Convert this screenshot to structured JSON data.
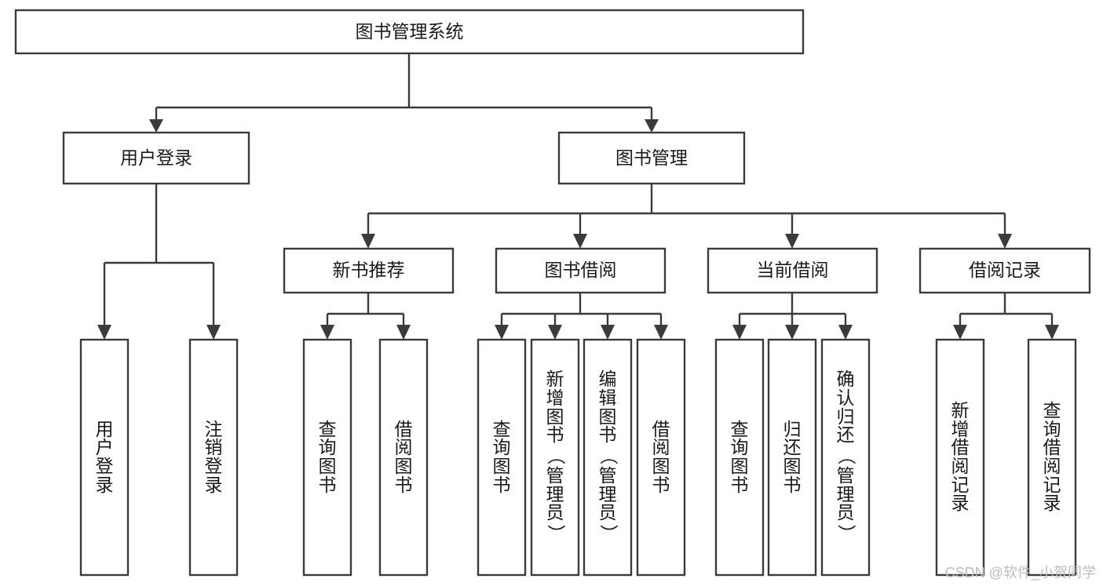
{
  "diagram": {
    "type": "tree",
    "title": "图书管理系统",
    "watermark": "CSDN @软件_小贺同学",
    "colors": {
      "stroke": "#3b3b3b",
      "box_fill": "#ffffff",
      "text": "#1a1a1a",
      "watermark": "#bdbdbd",
      "background": "#ffffff"
    },
    "nodes": {
      "root": {
        "label": "图书管理系统"
      },
      "level2": [
        {
          "label": "用户登录"
        },
        {
          "label": "图书管理"
        }
      ],
      "level3": [
        {
          "label": "新书推荐"
        },
        {
          "label": "图书借阅"
        },
        {
          "label": "当前借阅"
        },
        {
          "label": "借阅记录"
        }
      ],
      "leaves_user_login": [
        {
          "label": "用户登录"
        },
        {
          "label": "注销登录"
        }
      ],
      "leaves_new_book": [
        {
          "label": "查询图书"
        },
        {
          "label": "借阅图书"
        }
      ],
      "leaves_book_borrow": [
        {
          "label": "查询图书"
        },
        {
          "label": "新增图书（管理员）"
        },
        {
          "label": "编辑图书（管理员）"
        },
        {
          "label": "借阅图书"
        }
      ],
      "leaves_current_borrow": [
        {
          "label": "查询图书"
        },
        {
          "label": "归还图书"
        },
        {
          "label": "确认归还（管理员）"
        }
      ],
      "leaves_borrow_record": [
        {
          "label": "新增借阅记录"
        },
        {
          "label": "查询借阅记录"
        }
      ]
    },
    "edges": [
      {
        "from": "图书管理系统",
        "to": "用户登录"
      },
      {
        "from": "图书管理系统",
        "to": "图书管理"
      },
      {
        "from": "用户登录",
        "to": "用户登录"
      },
      {
        "from": "用户登录",
        "to": "注销登录"
      },
      {
        "from": "图书管理",
        "to": "新书推荐"
      },
      {
        "from": "图书管理",
        "to": "图书借阅"
      },
      {
        "from": "图书管理",
        "to": "当前借阅"
      },
      {
        "from": "图书管理",
        "to": "借阅记录"
      },
      {
        "from": "新书推荐",
        "to": "查询图书"
      },
      {
        "from": "新书推荐",
        "to": "借阅图书"
      },
      {
        "from": "图书借阅",
        "to": "查询图书"
      },
      {
        "from": "图书借阅",
        "to": "新增图书（管理员）"
      },
      {
        "from": "图书借阅",
        "to": "编辑图书（管理员）"
      },
      {
        "from": "图书借阅",
        "to": "借阅图书"
      },
      {
        "from": "当前借阅",
        "to": "查询图书"
      },
      {
        "from": "当前借阅",
        "to": "归还图书"
      },
      {
        "from": "当前借阅",
        "to": "确认归还（管理员）"
      },
      {
        "from": "借阅记录",
        "to": "新增借阅记录"
      },
      {
        "from": "借阅记录",
        "to": "查询借阅记录"
      }
    ]
  }
}
